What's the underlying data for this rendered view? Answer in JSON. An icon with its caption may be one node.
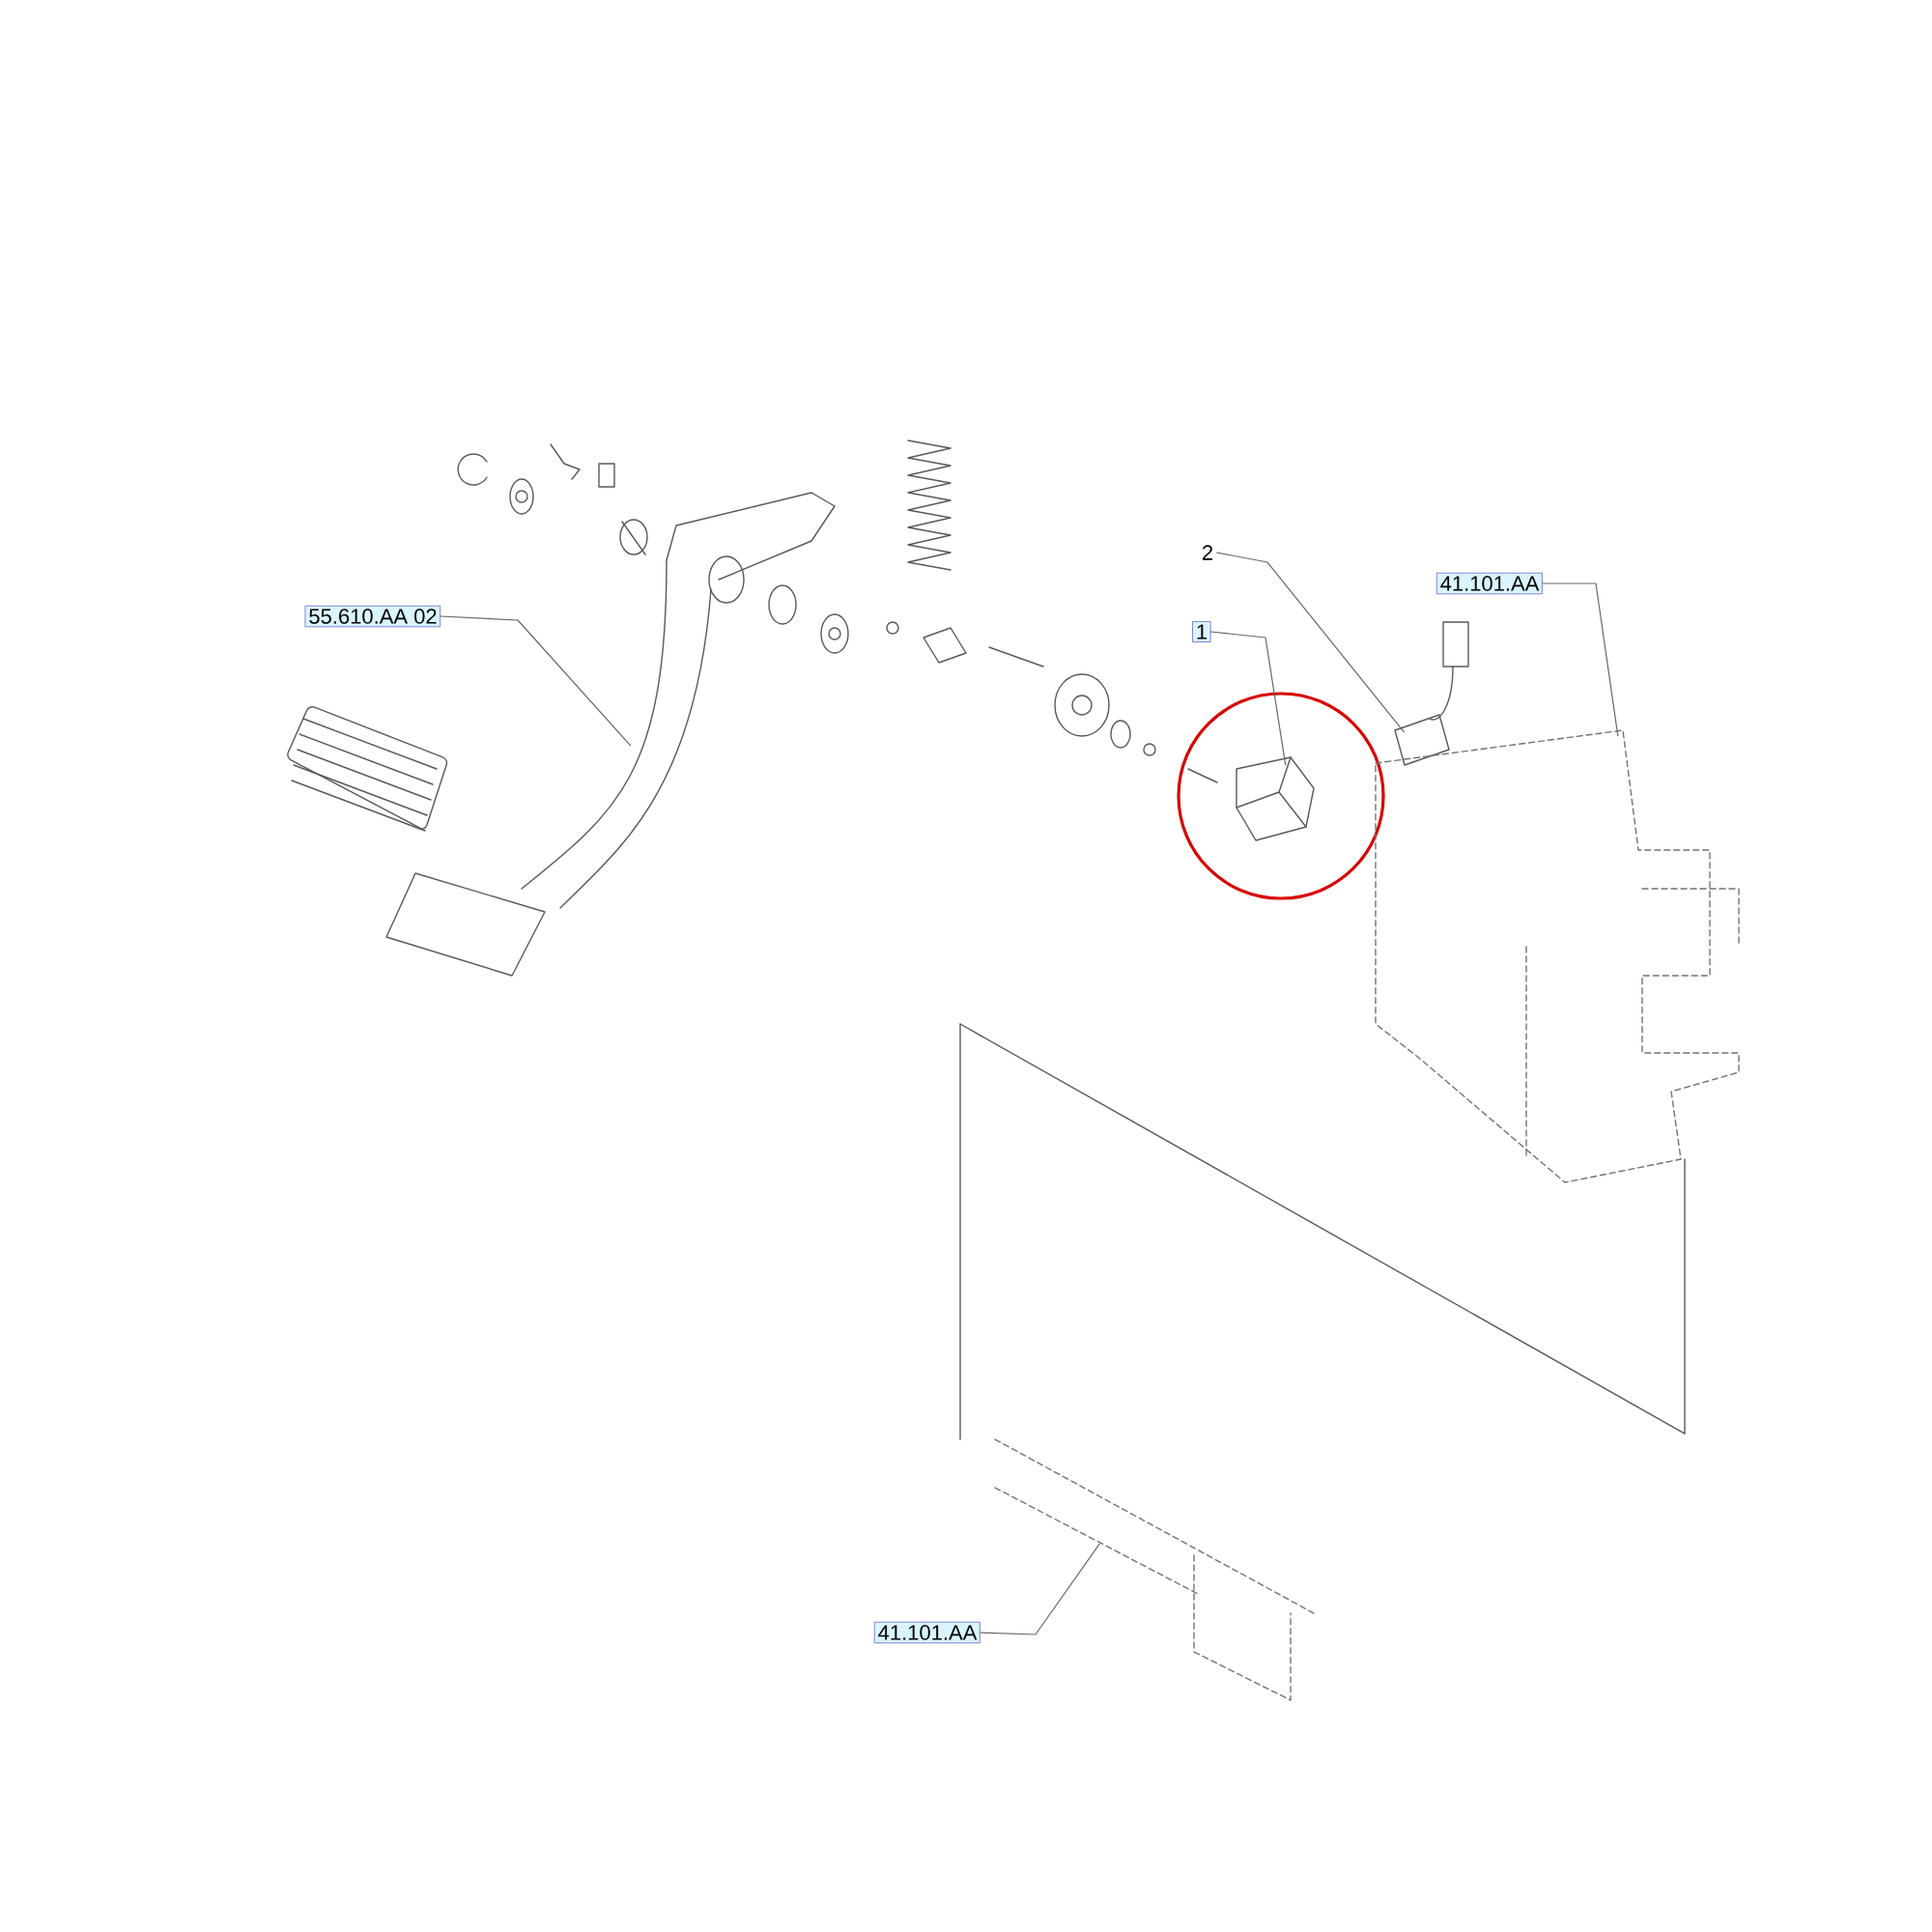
{
  "diagram": {
    "nodes": [
      {
        "text": [
          "55.610.AA 02"
        ]
      },
      {
        "text": [],
        "shape": "picture"
      },
      {
        "text": [
          "1"
        ]
      },
      {
        "text": [],
        "shape": "picture"
      },
      {
        "text": [
          "2"
        ]
      },
      {
        "text": [],
        "shape": "picture"
      },
      {
        "text": [
          "41.101.AA"
        ]
      },
      {
        "text": [],
        "shape": "picture"
      },
      {
        "text": [
          "41.101.AA"
        ]
      },
      {
        "text": [],
        "shape": "picture"
      }
    ],
    "edges": [
      {
        "from": 0,
        "to": 1,
        "arrow": "none"
      },
      {
        "from": 2,
        "to": 3,
        "arrow": "none"
      },
      {
        "from": 4,
        "to": 5,
        "arrow": "none"
      },
      {
        "from": 6,
        "to": 7,
        "arrow": "none"
      },
      {
        "from": 8,
        "to": 9,
        "arrow": "none"
      }
    ]
  }
}
